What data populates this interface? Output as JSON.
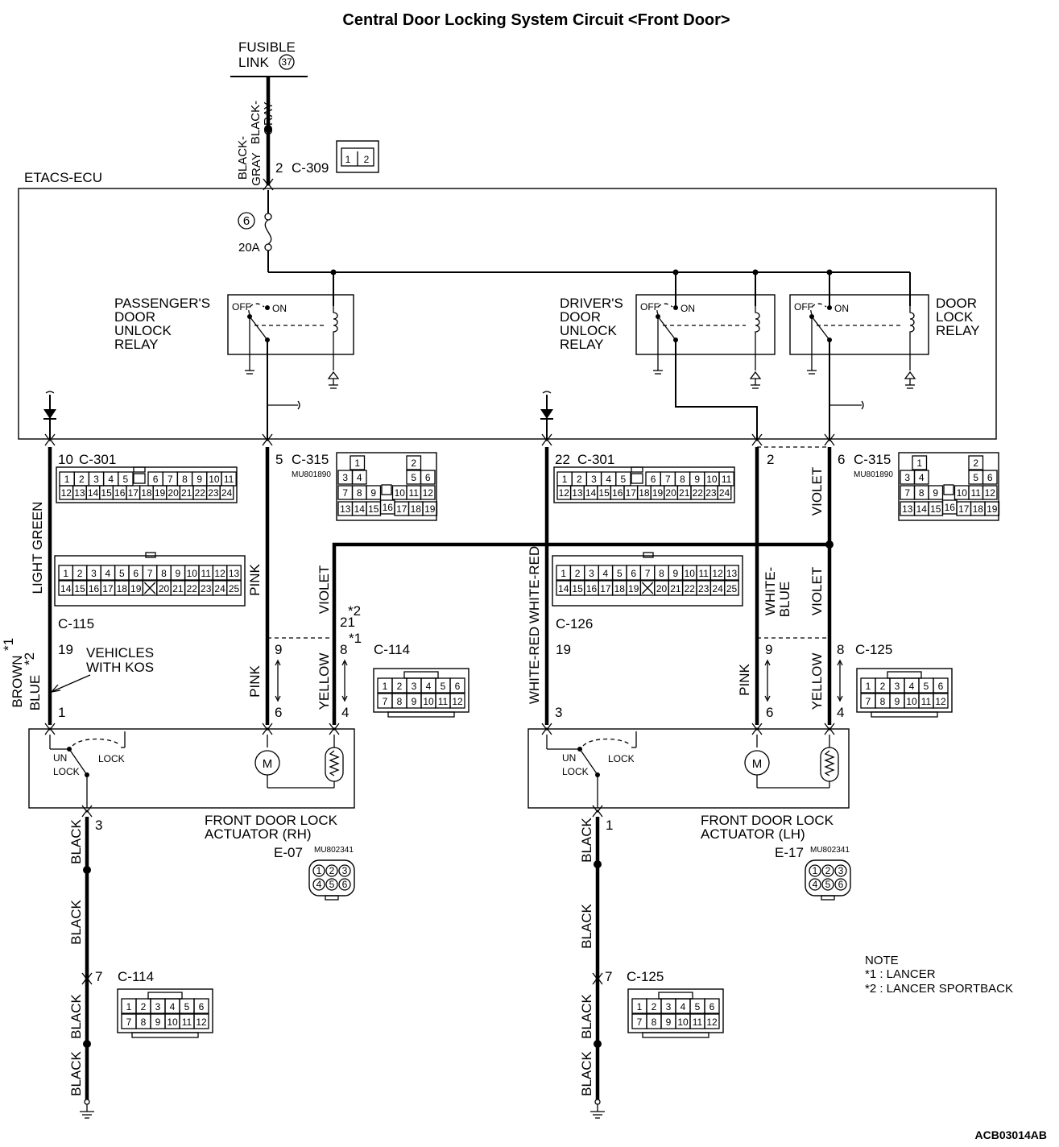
{
  "title": "Central Door Locking System Circuit <Front Door>",
  "fusible_link": {
    "label_1": "FUSIBLE",
    "label_2": "LINK",
    "number": "37"
  },
  "ecu_label": "ETACS-ECU",
  "fuse": {
    "number": "6",
    "rating": "20A"
  },
  "relays": {
    "passenger": [
      "PASSENGER'S",
      "DOOR",
      "UNLOCK",
      "RELAY"
    ],
    "driver": [
      "DRIVER'S",
      "DOOR",
      "UNLOCK",
      "RELAY"
    ],
    "lock": [
      "DOOR",
      "LOCK",
      "RELAY"
    ],
    "off": "OFF",
    "on": "ON"
  },
  "connectors": {
    "c309": {
      "pin": "2",
      "name": "C-309",
      "cells": [
        "1",
        "2"
      ]
    },
    "c301_rh": {
      "pin": "10",
      "name": "C-301"
    },
    "c301_lh": {
      "pin": "22",
      "name": "C-301"
    },
    "c301_row1": [
      "1",
      "2",
      "3",
      "4",
      "5",
      "6",
      "7",
      "8",
      "9",
      "10",
      "11"
    ],
    "c301_row2": [
      "12",
      "13",
      "14",
      "15",
      "16",
      "17",
      "18",
      "19",
      "20",
      "21",
      "22",
      "23",
      "24"
    ],
    "c315_rh": {
      "pin": "5",
      "name": "C-315",
      "part": "MU801890"
    },
    "c315_lh": {
      "pin": "6",
      "name": "C-315",
      "part": "MU801890",
      "pin_b": "2"
    },
    "c315_cells": [
      "1",
      "2",
      "3",
      "4",
      "5",
      "6",
      "7",
      "8",
      "9",
      "10",
      "11",
      "12",
      "13",
      "14",
      "15",
      "16",
      "17",
      "18",
      "19"
    ],
    "c115": {
      "name": "C-115",
      "pin": "19"
    },
    "c126": {
      "name": "C-126",
      "pin": "19"
    },
    "c115_row1": [
      "1",
      "2",
      "3",
      "4",
      "5",
      "6",
      "7",
      "8",
      "9",
      "10",
      "11",
      "12",
      "13"
    ],
    "c115_row2": [
      "14",
      "15",
      "16",
      "17",
      "18",
      "19",
      "20",
      "21",
      "22",
      "23",
      "24",
      "25"
    ],
    "c114": {
      "name": "C-114",
      "pin_a": "9",
      "pin_b": "8",
      "pin_c": "21",
      "pin_bottom": "7"
    },
    "c125": {
      "name": "C-125",
      "pin_a": "9",
      "pin_b": "8",
      "pin_bottom": "7"
    },
    "c12_row1": [
      "1",
      "2",
      "3",
      "4",
      "5",
      "6"
    ],
    "c12_row2": [
      "7",
      "8",
      "9",
      "10",
      "11",
      "12"
    ],
    "e07": {
      "name": "E-07",
      "part": "MU802341"
    },
    "e17": {
      "name": "E-17",
      "part": "MU802341"
    },
    "e_cells": [
      "1",
      "2",
      "3",
      "4",
      "5",
      "6"
    ]
  },
  "wires": {
    "black_gray": "BLACK-GRAY",
    "black_gray_1": "BLACK-",
    "black_gray_2": "GRAY",
    "light_green": "LIGHT GREEN",
    "pink": "PINK",
    "violet": "VIOLET",
    "yellow": "YELLOW",
    "white_red": "WHITE-RED",
    "white_blue_1": "WHITE-",
    "white_blue_2": "BLUE",
    "brown": "BROWN",
    "blue": "BLUE",
    "black": "BLACK"
  },
  "marks": {
    "star1": "*1",
    "star2": "*2"
  },
  "kos_note": [
    "VEHICLES",
    "WITH KOS"
  ],
  "actuator_pins": {
    "rh_1": "1",
    "rh_6": "6",
    "rh_4": "4",
    "rh_3": "3",
    "lh_3": "3",
    "lh_6": "6",
    "lh_4": "4",
    "lh_1": "1"
  },
  "switch": {
    "un": "UN",
    "lock_a": "LOCK",
    "lock_b": "LOCK"
  },
  "motor": "M",
  "actuator_rh": [
    "FRONT DOOR LOCK",
    "ACTUATOR (RH)"
  ],
  "actuator_lh": [
    "FRONT DOOR LOCK",
    "ACTUATOR (LH)"
  ],
  "note": {
    "heading": "NOTE",
    "line1": "*1 : LANCER",
    "line2": "*2 : LANCER SPORTBACK"
  },
  "code": "ACB03014AB"
}
